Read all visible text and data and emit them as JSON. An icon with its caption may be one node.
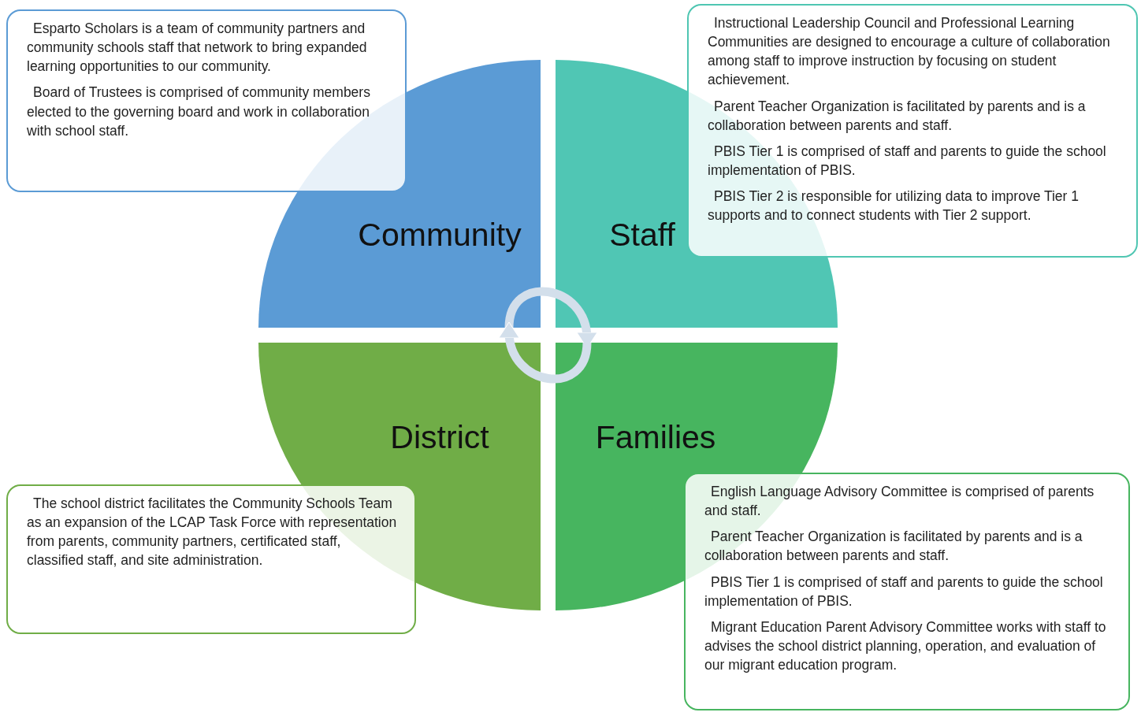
{
  "diagram": {
    "nodes": [
      {
        "text": [
          "Esparto Scholars is a team of community partners and community schools staff that network to bring expanded learning opportunities to our community.",
          "Board of Trustees is comprised of community members elected to the governing board and work in collaboration with school staff."
        ]
      },
      {
        "text": [
          "Instructional Leadership Council and Professional Learning Communities are designed to encourage a culture of collaboration among staff to improve instruction by focusing on student achievement.",
          "Parent Teacher Organization is facilitated by parents and is a collaboration between parents and staff.",
          "PBIS Tier 1 is comprised of staff and parents to guide the school implementation of PBIS.",
          "PBIS Tier 2 is responsible for utilizing data to improve Tier 1 supports and to connect students with Tier 2 support."
        ]
      },
      {
        "text": [
          "Community"
        ]
      },
      {
        "text": [
          "Staff"
        ]
      },
      {
        "text": [
          "District"
        ]
      },
      {
        "text": [
          "Families"
        ]
      },
      {
        "text": [
          "The school district facilitates the Community Schools Team as an expansion of the LCAP Task Force with representation from parents, community partners, certificated staff, classified staff, and site administration."
        ]
      },
      {
        "text": [
          "English Language Advisory Committee is comprised of parents and staff.",
          "Parent Teacher Organization is facilitated by parents and is a collaboration between parents and staff.",
          "PBIS Tier 1 is comprised of staff and parents to guide the school implementation of PBIS.",
          "Migrant Education Parent Advisory Committee works with staff to advises the school district planning, operation, and evaluation of our migrant education program."
        ]
      }
    ],
    "edges": [
      {
        "from": 2,
        "to": 3,
        "arrow": "to"
      },
      {
        "from": 5,
        "to": 4,
        "arrow": "to"
      }
    ]
  }
}
